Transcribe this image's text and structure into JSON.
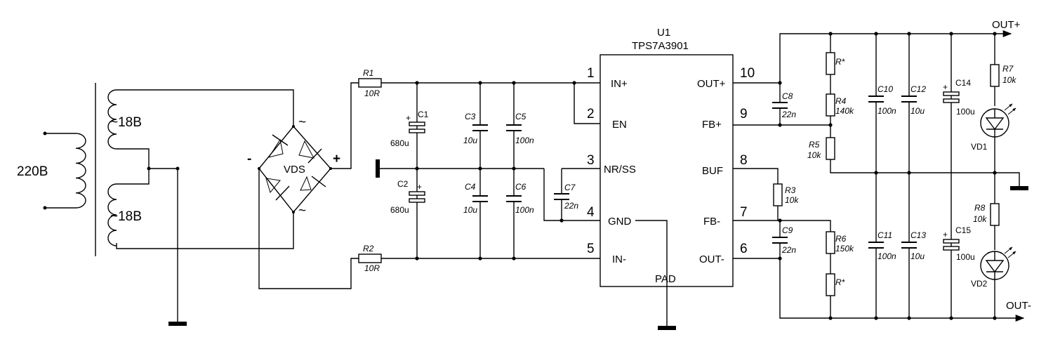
{
  "transformer": {
    "primary": "220В",
    "secondary_top": "~18В",
    "secondary_bottom": "~18В"
  },
  "bridge": {
    "name": "VDS",
    "minus": "-",
    "plus": "+",
    "ac_top": "~",
    "ac_bottom": "~"
  },
  "ic": {
    "ref": "U1",
    "part": "TPS7A3901",
    "pins_left": [
      {
        "num": "1",
        "name": "IN+"
      },
      {
        "num": "2",
        "name": "EN"
      },
      {
        "num": "3",
        "name": "NR/SS"
      },
      {
        "num": "4",
        "name": "GND"
      },
      {
        "num": "5",
        "name": "IN-"
      }
    ],
    "pins_right": [
      {
        "num": "10",
        "name": "OUT+"
      },
      {
        "num": "9",
        "name": "FB+"
      },
      {
        "num": "8",
        "name": "BUF"
      },
      {
        "num": "7",
        "name": "FB-"
      },
      {
        "num": "6",
        "name": "OUT-"
      }
    ],
    "pad": "PAD"
  },
  "resistors": {
    "r1": {
      "ref": "R1",
      "value": "10R"
    },
    "r2": {
      "ref": "R2",
      "value": "10R"
    },
    "r3": {
      "ref": "R3",
      "value": "10k"
    },
    "r4": {
      "ref": "R4",
      "value": "140k"
    },
    "r5": {
      "ref": "R5",
      "value": "10k"
    },
    "r6": {
      "ref": "R6",
      "value": "150k"
    },
    "r7": {
      "ref": "R7",
      "value": "10k"
    },
    "r8": {
      "ref": "R8",
      "value": "10k"
    },
    "rstar_top": {
      "ref": "R*"
    },
    "rstar_bottom": {
      "ref": "R*"
    }
  },
  "capacitors": {
    "c1": {
      "ref": "C1",
      "value": "680u"
    },
    "c2": {
      "ref": "C2",
      "value": "680u"
    },
    "c3": {
      "ref": "C3",
      "value": "10u"
    },
    "c4": {
      "ref": "C4",
      "value": "10u"
    },
    "c5": {
      "ref": "C5",
      "value": "100n"
    },
    "c6": {
      "ref": "C6",
      "value": "100n"
    },
    "c7": {
      "ref": "C7",
      "value": "22n"
    },
    "c8": {
      "ref": "C8",
      "value": "22n"
    },
    "c9": {
      "ref": "C9",
      "value": "22n"
    },
    "c10": {
      "ref": "C10",
      "value": "100n"
    },
    "c11": {
      "ref": "C11",
      "value": "100n"
    },
    "c12": {
      "ref": "C12",
      "value": "10u"
    },
    "c13": {
      "ref": "C13",
      "value": "10u"
    },
    "c14": {
      "ref": "C14",
      "value": "100u"
    },
    "c15": {
      "ref": "C15",
      "value": "100u"
    },
    "plus_mark": "+"
  },
  "leds": {
    "vd1": "VD1",
    "vd2": "VD2"
  },
  "outputs": {
    "pos": "OUT+",
    "neg": "OUT-"
  }
}
